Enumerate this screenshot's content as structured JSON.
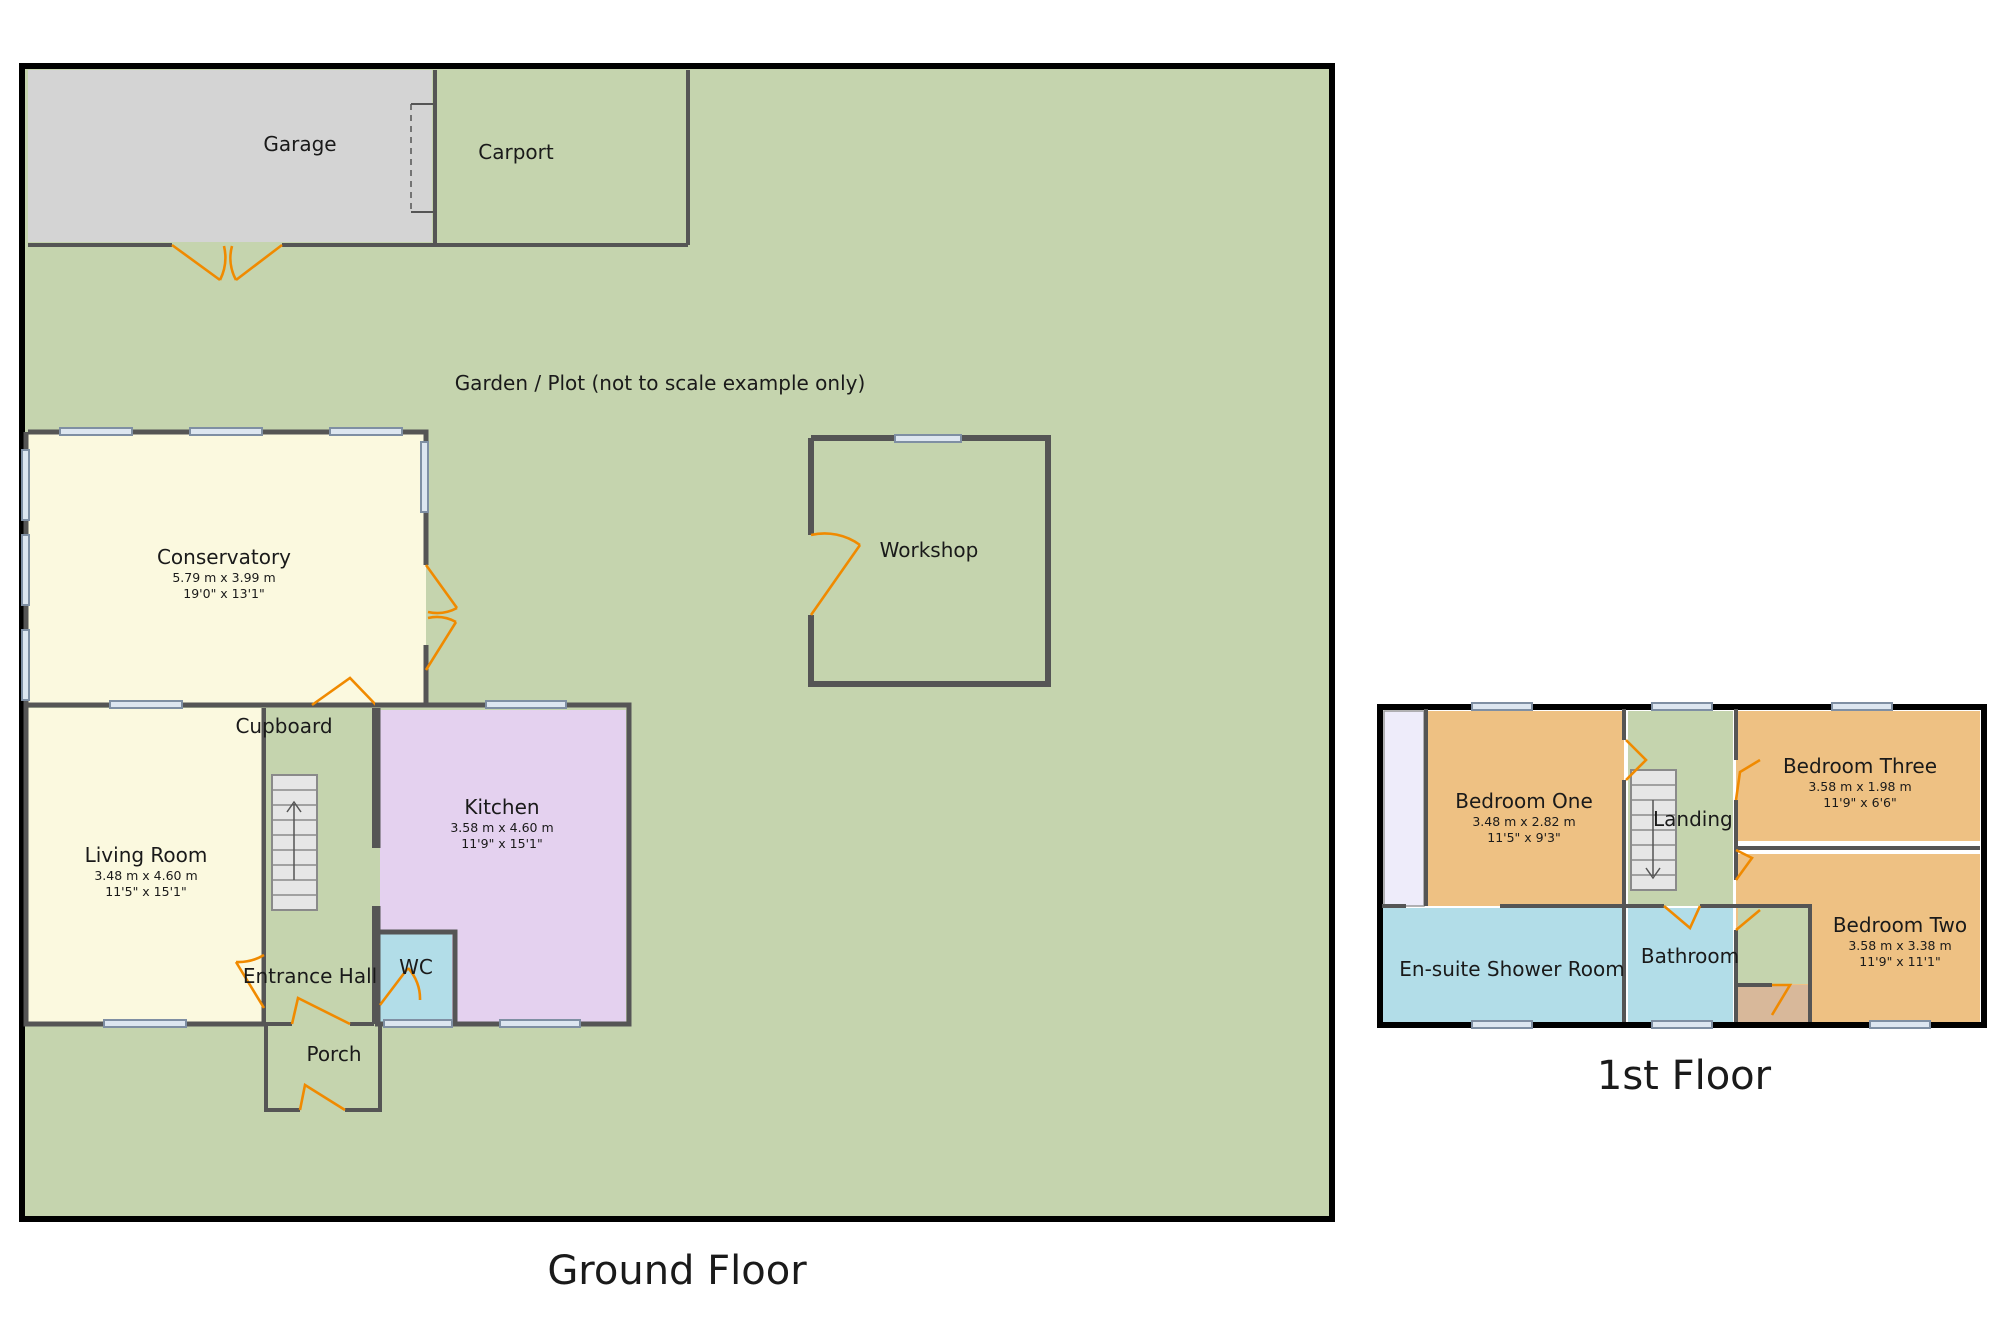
{
  "ground_floor": {
    "title": "Ground Floor",
    "garden_label": "Garden / Plot (not to scale example only)",
    "rooms": {
      "garage": {
        "name": "Garage"
      },
      "carport": {
        "name": "Carport"
      },
      "workshop": {
        "name": "Workshop"
      },
      "conservatory": {
        "name": "Conservatory",
        "metric": "5.79 m x 3.99 m",
        "imperial": "19'0\" x 13'1\""
      },
      "living_room": {
        "name": "Living Room",
        "metric": "3.48 m x 4.60 m",
        "imperial": "11'5\" x 15'1\""
      },
      "kitchen": {
        "name": "Kitchen",
        "metric": "3.58 m x 4.60 m",
        "imperial": "11'9\" x 15'1\""
      },
      "cupboard": {
        "name": "Cupboard"
      },
      "entrance_hall": {
        "name": "Entrance Hall"
      },
      "wc": {
        "name": "WC"
      },
      "porch": {
        "name": "Porch"
      }
    }
  },
  "first_floor": {
    "title": "1st Floor",
    "rooms": {
      "bedroom_one": {
        "name": "Bedroom One",
        "metric": "3.48 m x 2.82 m",
        "imperial": "11'5\" x 9'3\""
      },
      "bedroom_two": {
        "name": "Bedroom Two",
        "metric": "3.58 m x 3.38 m",
        "imperial": "11'9\" x 11'1\""
      },
      "bedroom_three": {
        "name": "Bedroom Three",
        "metric": "3.58 m x 1.98 m",
        "imperial": "11'9\" x 6'6\""
      },
      "landing": {
        "name": "Landing"
      },
      "ensuite": {
        "name": "En-suite Shower Room"
      },
      "bathroom": {
        "name": "Bathroom"
      }
    }
  },
  "colors": {
    "garden": "#c5d4ae",
    "garage": "#d4d4d4",
    "conservatory": "#fbf9df",
    "living_room": "#fbf9df",
    "kitchen": "#e4d1ef",
    "wet_room": "#b2dde8",
    "bedroom": "#eec183",
    "landing": "#c5d4ae",
    "cupboard": "#d8b89a",
    "wardrobe": "#eeecfa",
    "wall": "#555555",
    "window": "#dde6f0",
    "door": "#f08a00"
  }
}
